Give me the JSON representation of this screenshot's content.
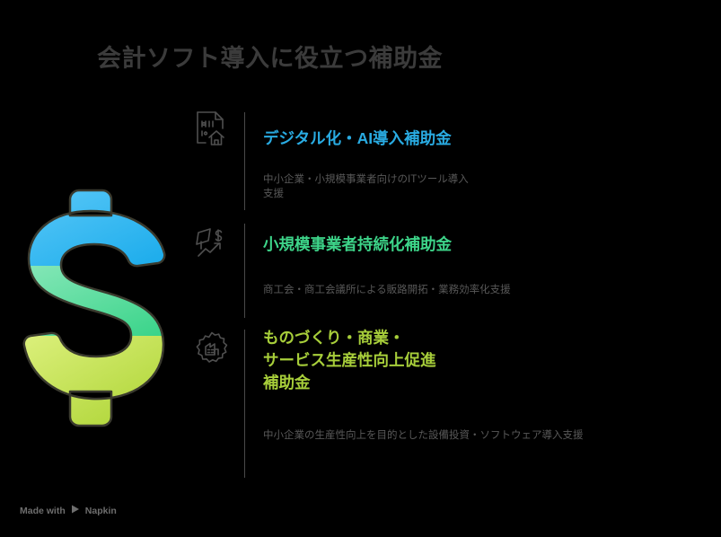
{
  "page": {
    "background_color": "#000000",
    "title": "会計ソフト導入に役立つ補助金",
    "title_color": "#3b3b3b"
  },
  "dollar_graphic": {
    "icon_name": "dollar-sign-graphic",
    "segments": [
      {
        "name": "top",
        "color_start": "#4FC3F7",
        "color_end": "#16AEEB"
      },
      {
        "name": "middle",
        "color_start": "#7BE3B2",
        "color_end": "#35D487"
      },
      {
        "name": "bottom",
        "color_start": "#D6EE70",
        "color_end": "#A9D229"
      }
    ]
  },
  "items": [
    {
      "icon": "document-binary-house-icon",
      "heading": "デジタル化・AI導入補助金",
      "heading_color": "#29ABE2",
      "description": "中小企業・小規模事業者向けのITツール導入\n支援"
    },
    {
      "icon": "flag-dollar-growth-arrow-icon",
      "heading": "小規模事業者持続化補助金",
      "heading_color": "#3DD489",
      "description": "商工会・商工会議所による販路開拓・業務効率化支援"
    },
    {
      "icon": "gear-factory-icon",
      "heading": "ものづくり・商業・\nサービス生産性向上促進\n補助金",
      "heading_color": "#A7CE3A",
      "description": "中小企業の生産性向上を目的とした設備投資・ソフトウェア導入支援"
    }
  ],
  "watermark": {
    "prefix_label": "Made with",
    "brand_label": "Napkin",
    "logo_icon": "napkin-play-logo-icon",
    "color": "#6e6e6e"
  }
}
